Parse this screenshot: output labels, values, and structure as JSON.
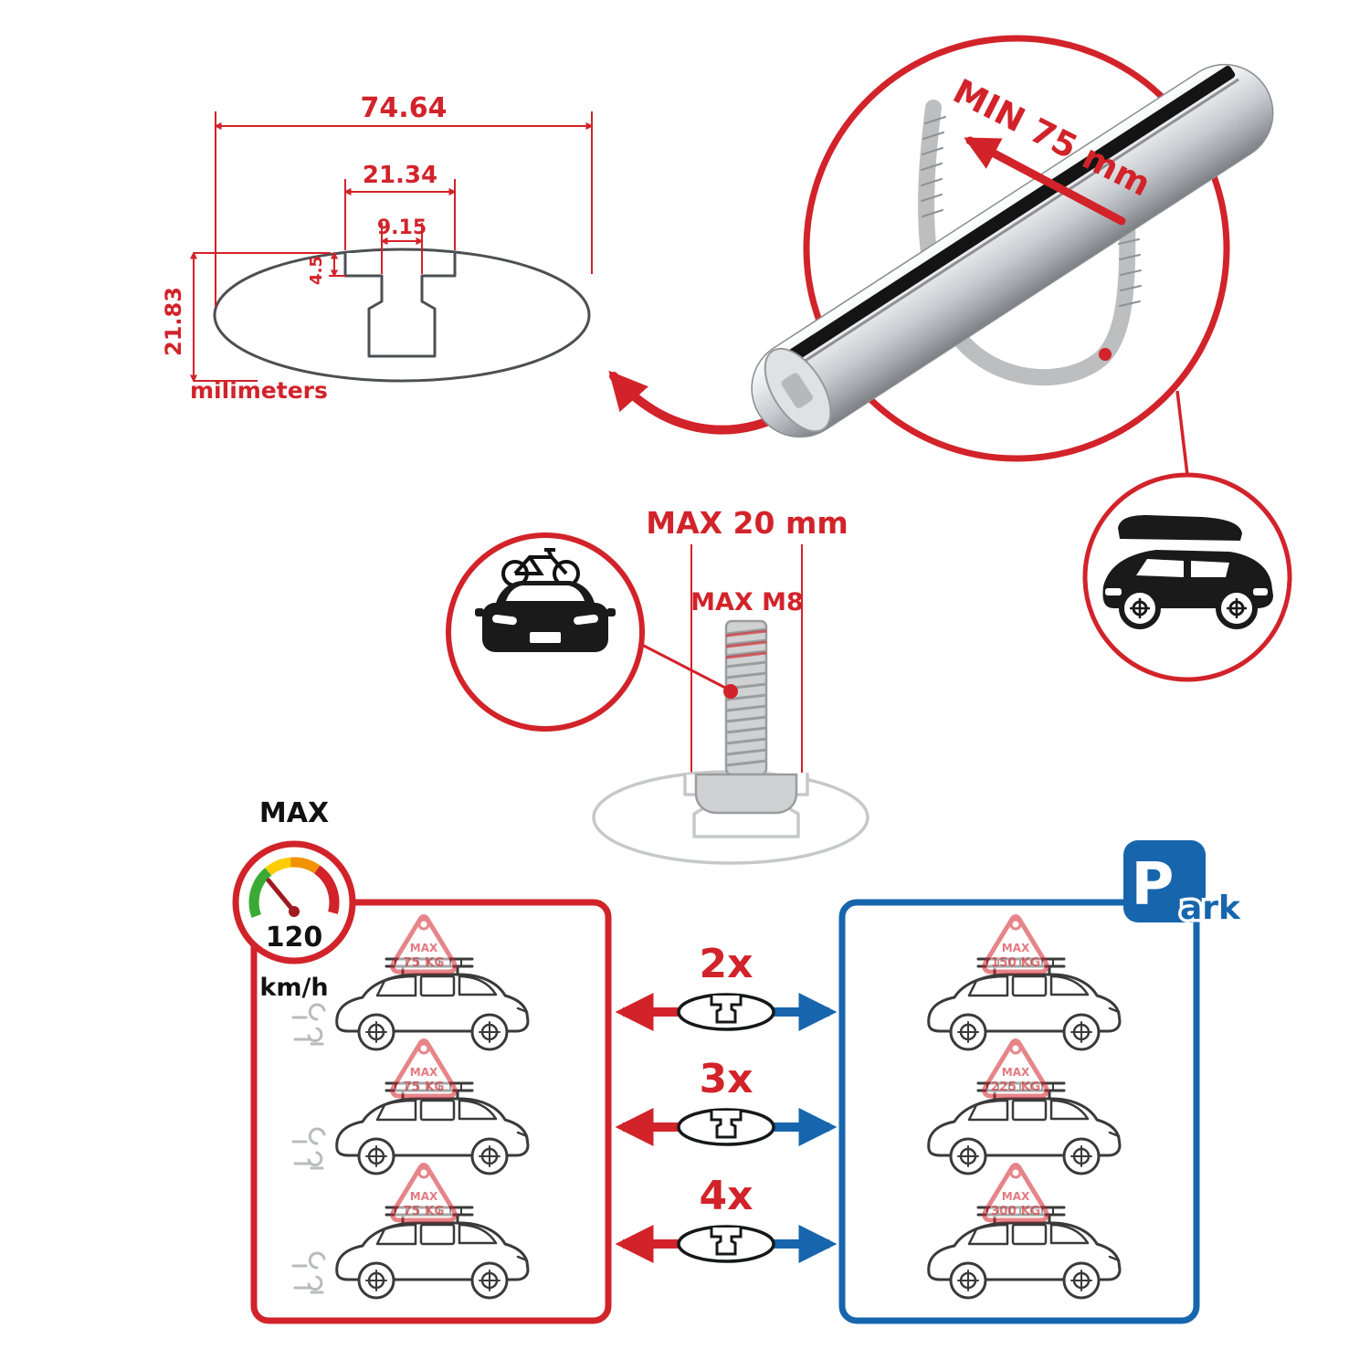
{
  "colors": {
    "red": "#d2232a",
    "blue": "#1766ad",
    "dark": "#1a1a1a",
    "grey": "#9d9fa2",
    "light_grey": "#c7c8ca"
  },
  "cross_section_diagram": {
    "total_width_mm": "74.64",
    "slot_outer_width_mm": "21.34",
    "slot_opening_mm": "9.15",
    "lip_depth_mm": "4.5",
    "total_height_mm": "21.83",
    "units_label": "milimeters"
  },
  "bar_detail": {
    "min_clamp_span_label": "MIN 75 mm"
  },
  "bolt_diagram": {
    "max_width_label": "MAX 20 mm",
    "max_thread_label": "MAX M8"
  },
  "speed_limit": {
    "label": "MAX",
    "value": "120",
    "units": "km/h"
  },
  "parking_sign": {
    "letter": "P",
    "suffix": "ark"
  },
  "crossbar_options": [
    {
      "count_label": "2x",
      "driving_load_title": "MAX",
      "driving_load": "75 KG",
      "parked_load_title": "MAX",
      "parked_load": "150 KG"
    },
    {
      "count_label": "3x",
      "driving_load_title": "MAX",
      "driving_load": "75 KG",
      "parked_load_title": "MAX",
      "parked_load": "225 KG"
    },
    {
      "count_label": "4x",
      "driving_load_title": "MAX",
      "driving_load": "75 KG",
      "parked_load_title": "MAX",
      "parked_load": "300 KG"
    }
  ]
}
